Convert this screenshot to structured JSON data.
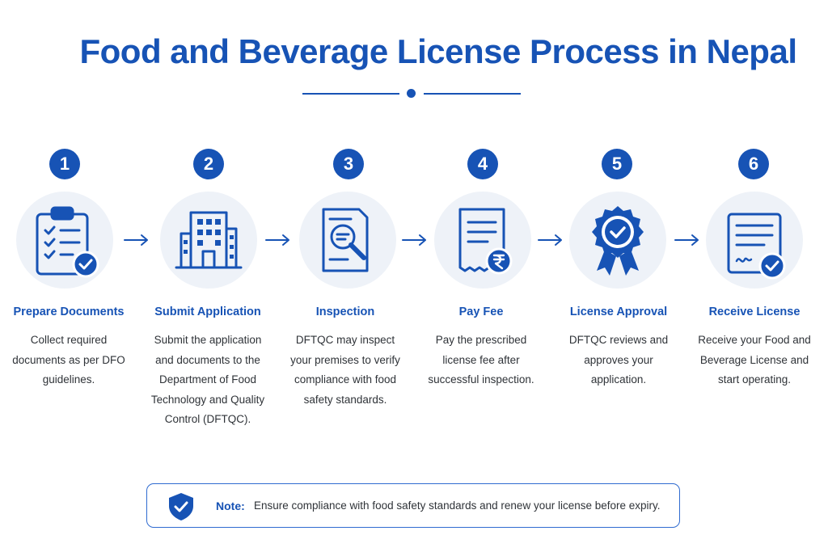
{
  "title": "Food and Beverage License Process in Nepal",
  "colors": {
    "accent": "#1753b5",
    "circle_bg": "#eef2f8",
    "text": "#2f3338"
  },
  "steps": [
    {
      "number": "1",
      "title": "Prepare Documents",
      "icon": "clipboard-check-icon",
      "description": "Collect required documents as per DFO guidelines."
    },
    {
      "number": "2",
      "title": "Submit Application",
      "icon": "building-icon",
      "description": "Submit the application and documents to the Department of Food Technology and Quality Control (DFTQC)."
    },
    {
      "number": "3",
      "title": "Inspection",
      "icon": "document-search-icon",
      "description": "DFTQC may inspect your premises to verify compliance with food safety standards."
    },
    {
      "number": "4",
      "title": "Pay Fee",
      "icon": "receipt-rupee-icon",
      "description": "Pay the prescribed license fee after successful inspection."
    },
    {
      "number": "5",
      "title": "License Approval",
      "icon": "approval-badge-icon",
      "description": "DFTQC reviews and approves your application."
    },
    {
      "number": "6",
      "title": "Receive License",
      "icon": "certificate-check-icon",
      "description": "Receive your Food and Beverage License and start operating."
    }
  ],
  "note": {
    "label": "Note:",
    "text": "Ensure compliance with food safety standards and renew your license before expiry.",
    "icon": "shield-check-icon"
  }
}
